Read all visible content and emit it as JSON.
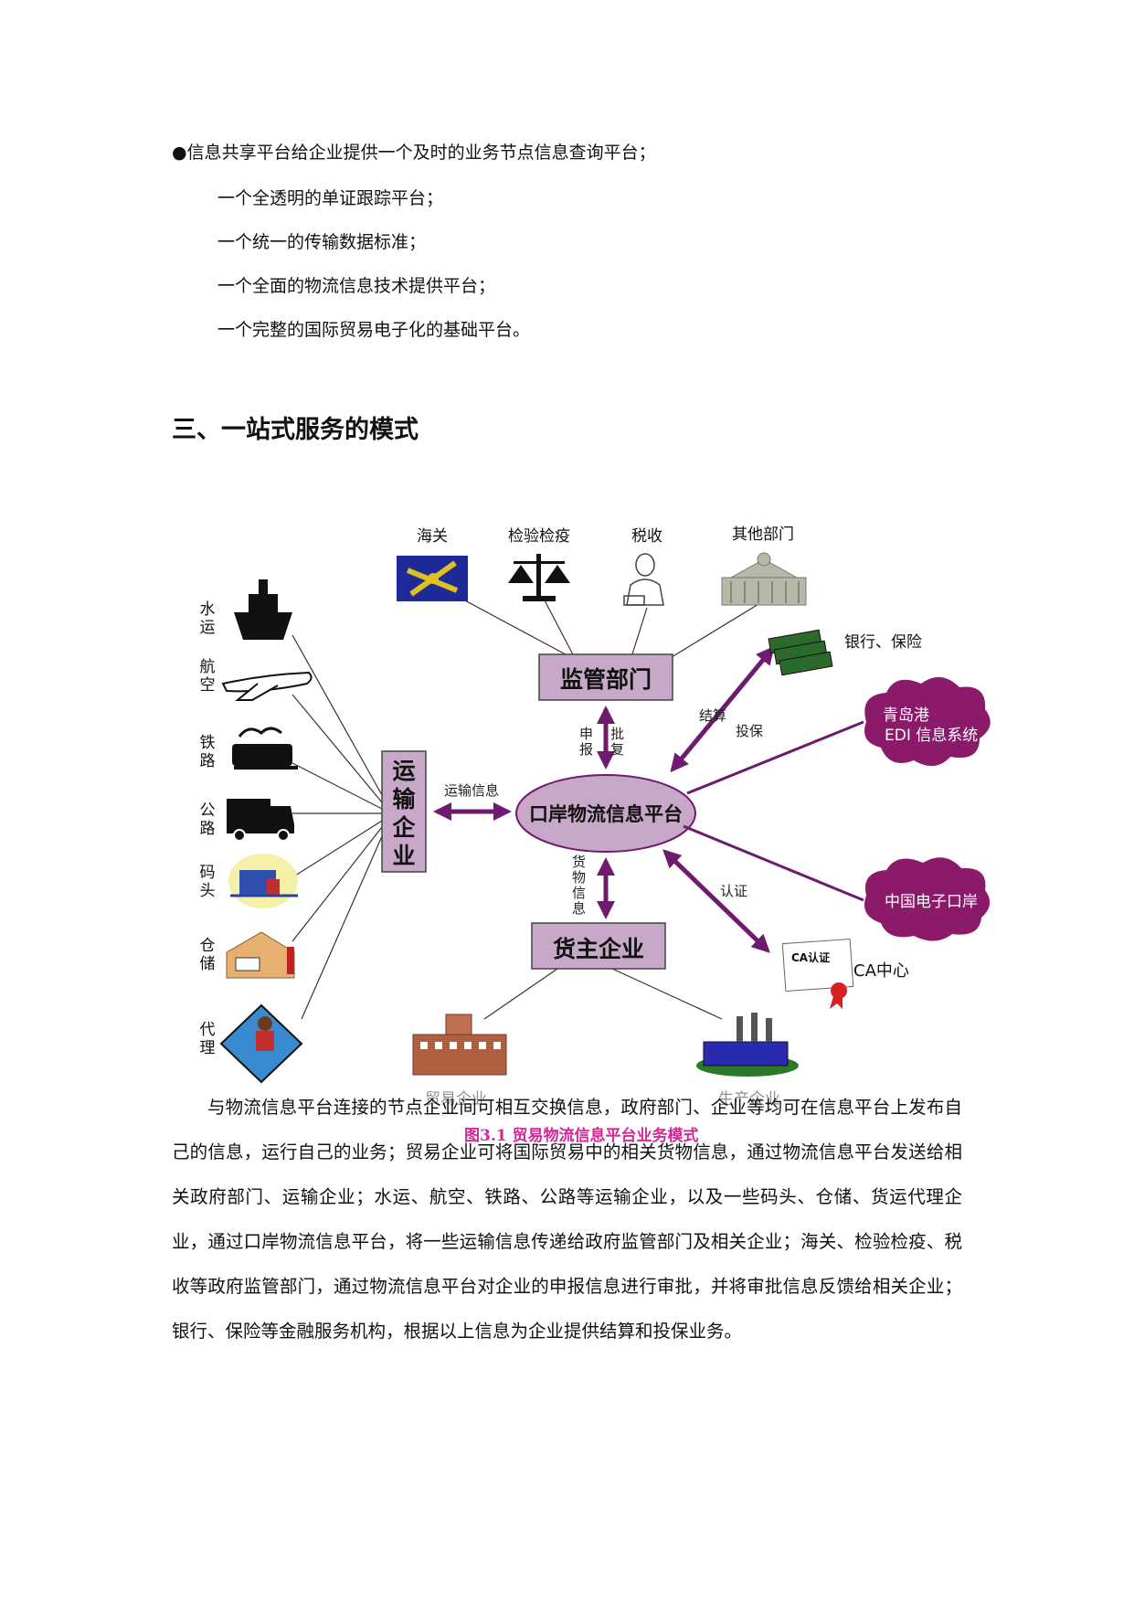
{
  "bullets": {
    "first": "●信息共享平台给企业提供一个及时的业务节点信息查询平台；",
    "items": [
      "一个全透明的单证跟踪平台；",
      "一个统一的传输数据标准；",
      "一个全面的物流信息技术提供平台；",
      "一个完整的国际贸易电子化的基础平台。"
    ]
  },
  "heading": "三、一站式服务的模式",
  "diagram": {
    "top_labels": [
      "海关",
      "检验检疫",
      "税收",
      "其他部门"
    ],
    "regulator_box": "监管部门",
    "center": "口岸物流信息平台",
    "transport_box": "运输企业",
    "owner_box": "货主企业",
    "transport_modes": [
      "水运",
      "航空",
      "铁路",
      "公路",
      "码头",
      "仓储",
      "代理"
    ],
    "arrow_labels": {
      "report": "申报",
      "approve": "批复",
      "transport_info": "运输信息",
      "cargo_info": "货物信息",
      "settle": "结算",
      "insure": "投保",
      "auth": "认证"
    },
    "bank": "银行、保险",
    "qingdao_line1": "青岛港",
    "qingdao_line2": "EDI 信息系统",
    "china_port": "中国电子口岸",
    "ca_center": "CA中心",
    "ca_cert": "CA认证",
    "ghost_owner_left": "贸易企业",
    "ghost_owner_right": "生产企业"
  },
  "caption": "图3.1 贸易物流信息平台业务模式",
  "paragraph": "与物流信息平台连接的节点企业间可相互交换信息，政府部门、企业等均可在信息平台上发布自己的信息，运行自己的业务；贸易企业可将国际贸易中的相关货物信息，通过物流信息平台发送给相关政府部门、运输企业；水运、航空、铁路、公路等运输企业，以及一些码头、仓储、货运代理企业，通过口岸物流信息平台，将一些运输信息传递给政府监管部门及相关企业；海关、检验检疫、税收等政府监管部门，通过物流信息平台对企业的申报信息进行审批，并将审批信息反馈给相关企业；银行、保险等金融服务机构，根据以上信息为企业提供结算和投保业务。",
  "colors": {
    "purple": "#6e1a6e",
    "box_fill": "#c8a8c8",
    "ellipse_fill": "#c8a8c8",
    "cloud_fill": "#8b1a6b",
    "caption": "#d0108c"
  }
}
